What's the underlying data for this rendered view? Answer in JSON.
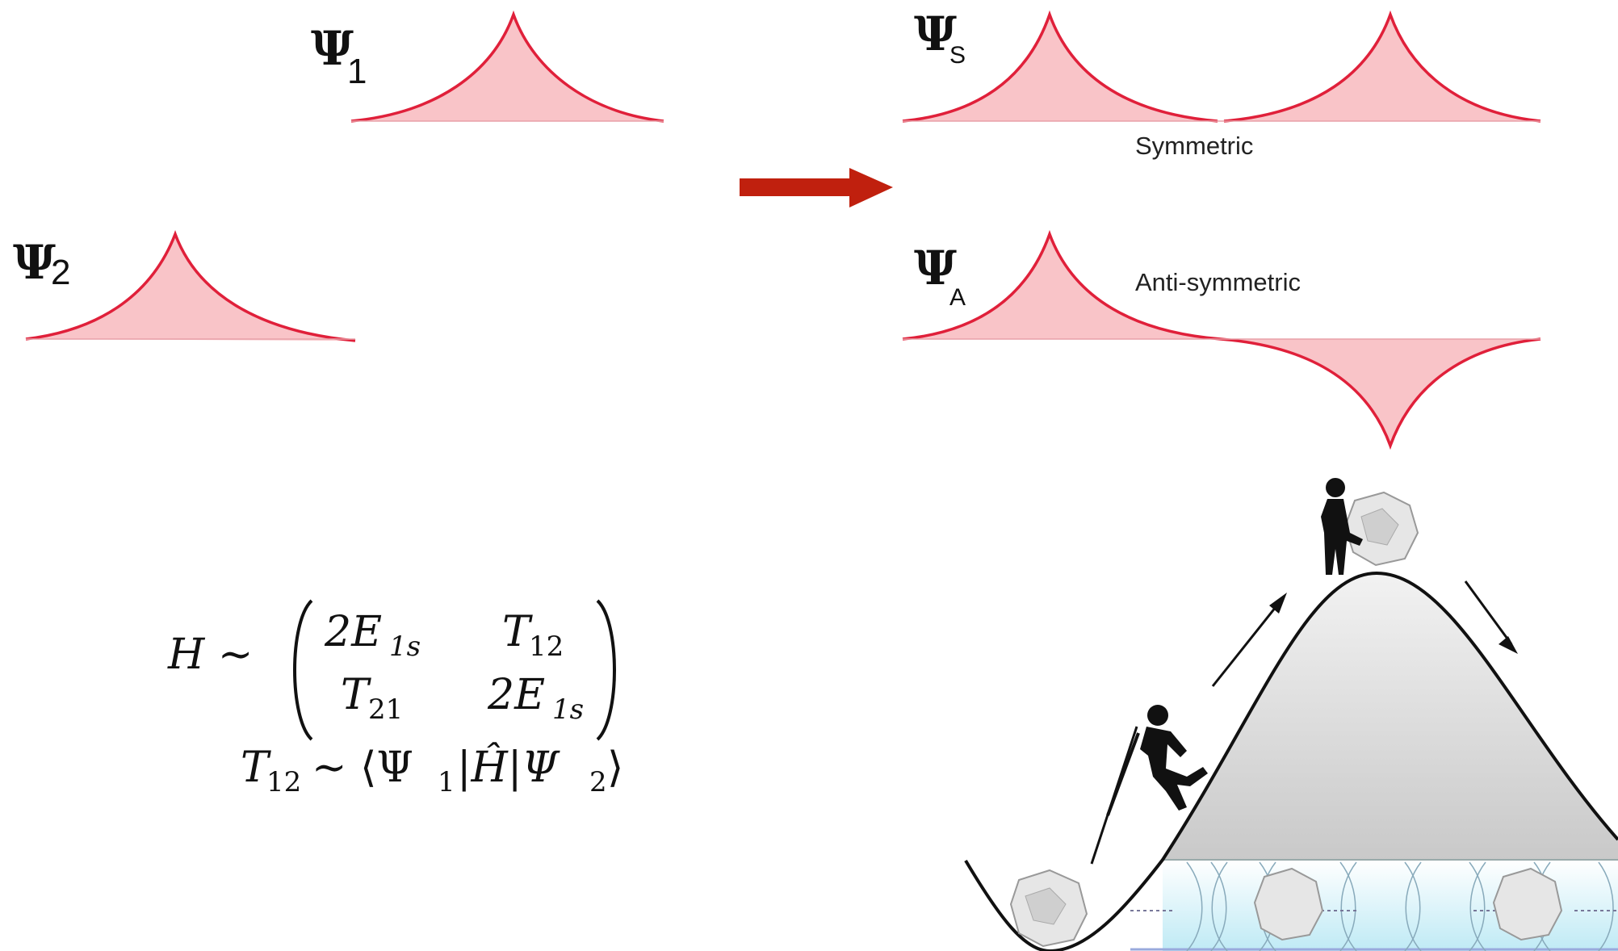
{
  "labels": {
    "psi1": {
      "symbol": "Ψ",
      "sub": "1"
    },
    "psi2": {
      "symbol": "Ψ",
      "sub": "2"
    },
    "psiS": {
      "symbol": "Ψ",
      "sub": "S"
    },
    "psiA": {
      "symbol": "Ψ",
      "sub": "A"
    }
  },
  "captions": {
    "symmetric": "Symmetric",
    "antisymmetric": "Anti-symmetric"
  },
  "equation": {
    "lhs": "H ∼",
    "m11": "2E",
    "m11_sub": "1s",
    "m12": "T",
    "m12_sub": "12",
    "m21": "T",
    "m21_sub": "21",
    "m22": "2E",
    "m22_sub": "1s",
    "t_lhs": "T",
    "t_lhs_sub": "12",
    "t_rhs_pre": "∼ ⟨Ψ",
    "t_rhs_sub1": "1",
    "t_rhs_mid": "|Ĥ|Ψ",
    "t_rhs_sub2": "2",
    "t_rhs_post": "⟩"
  },
  "colors": {
    "curve_stroke": "#e0203a",
    "curve_fill": "#f9c4c8",
    "arrow": "#c0200e",
    "hill": "#d6d6d6",
    "wave": "#cfeef5"
  }
}
